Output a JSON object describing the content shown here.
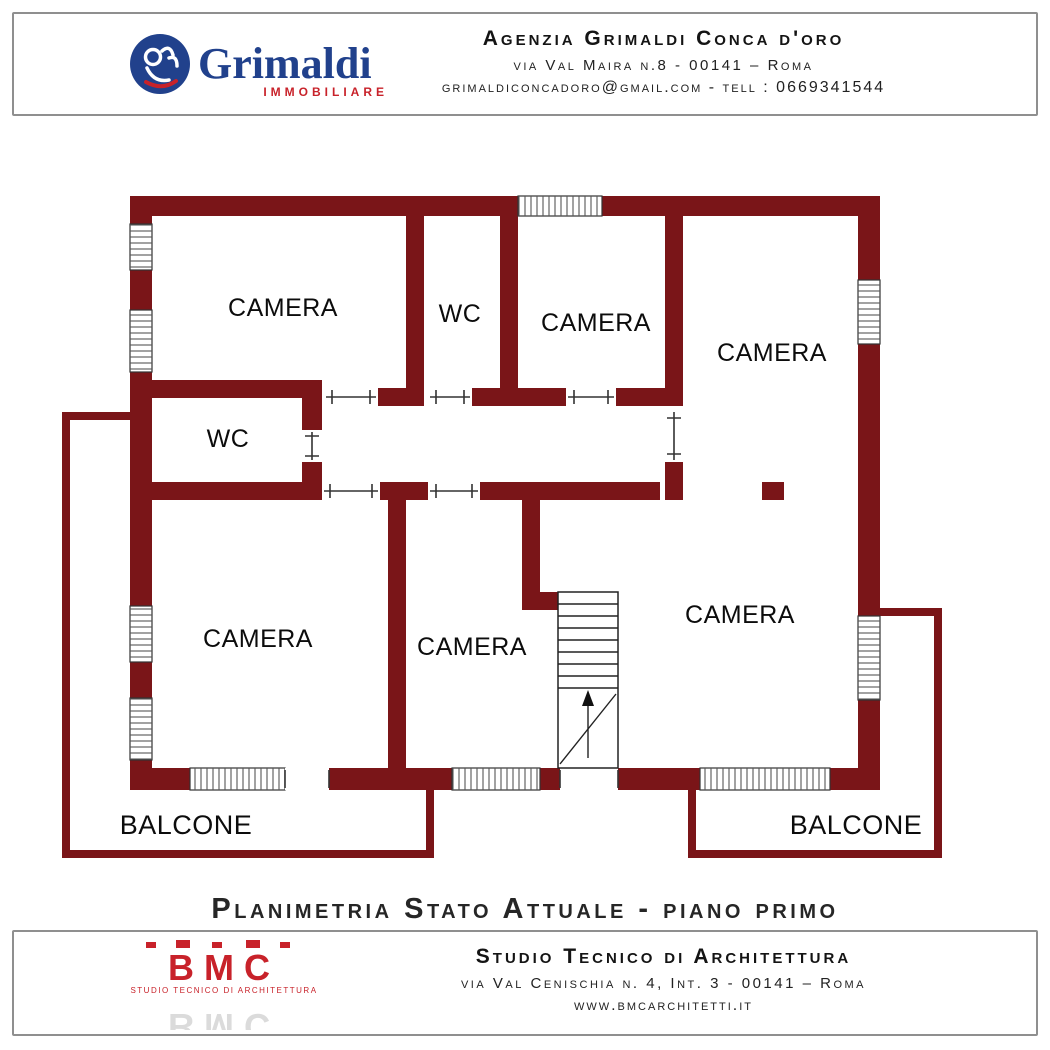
{
  "colors": {
    "wall": "#7a1518",
    "logo_blue": "#21418c",
    "logo_red": "#c8222a",
    "panel_border": "#8f8f8f"
  },
  "header": {
    "logo": {
      "name": "Grimaldi",
      "sub": "IMMOBILIARE"
    },
    "line1": "Agenzia Grimaldi Conca d'oro",
    "line2": "via Val Maira n.8 - 00141 – Roma",
    "line3": "grimaldiconcadoro@gmail.com - tell : 0669341544"
  },
  "plan": {
    "rooms": [
      {
        "id": "camera-top-left",
        "label": "CAMERA"
      },
      {
        "id": "wc-top",
        "label": "WC"
      },
      {
        "id": "camera-top-middle",
        "label": "CAMERA"
      },
      {
        "id": "camera-top-right",
        "label": "CAMERA"
      },
      {
        "id": "wc-middle-left",
        "label": "WC"
      },
      {
        "id": "camera-bottom-left",
        "label": "CAMERA"
      },
      {
        "id": "camera-bottom-center",
        "label": "CAMERA"
      },
      {
        "id": "camera-bottom-right",
        "label": "CAMERA"
      }
    ],
    "balconies": [
      {
        "id": "balcone-left",
        "label": "BALCONE"
      },
      {
        "id": "balcone-right",
        "label": "BALCONE"
      }
    ]
  },
  "title": "Planimetria Stato Attuale - piano primo",
  "footer": {
    "logo": {
      "name": "BMC",
      "sub": "STUDIO TECNICO DI ARCHITETTURA"
    },
    "line1": "Studio Tecnico di Architettura",
    "line2": "via Val Cenischia n. 4, Int. 3 - 00141 – Roma",
    "line3": "www.bmcarchitetti.it"
  }
}
